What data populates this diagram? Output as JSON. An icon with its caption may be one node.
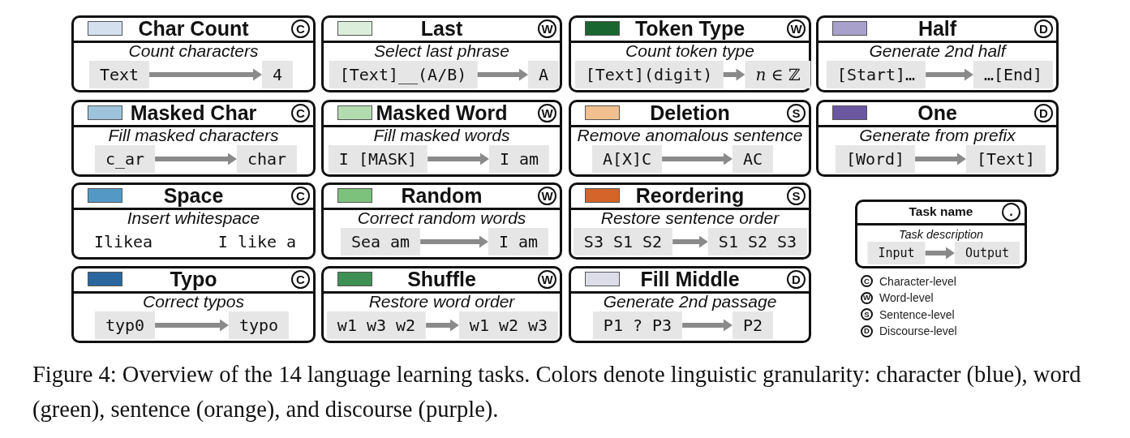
{
  "diagram": {
    "caption": "Figure 4: Overview of the 14 language learning tasks. Colors denote linguistic granularity: character (blue), word (green), sentence (orange), and discourse (purple).",
    "nodes": [
      {
        "text": [
          "Char Count",
          "Count characters"
        ]
      },
      {
        "text": [
          "C"
        ],
        "in": 0
      },
      {
        "text": [
          "Text"
        ],
        "in": 0
      },
      {
        "text": [
          "4"
        ],
        "in": 0
      },
      {
        "text": [
          "Last",
          "Select last phrase"
        ]
      },
      {
        "text": [
          "W"
        ],
        "in": 4
      },
      {
        "text": [
          "[Text]__(A/B)"
        ],
        "in": 4
      },
      {
        "text": [
          "A"
        ],
        "in": 4
      },
      {
        "text": [
          "Token Type",
          "Count token type"
        ]
      },
      {
        "text": [
          "W"
        ],
        "in": 8
      },
      {
        "text": [
          "[Text](digit)"
        ],
        "in": 8
      },
      {
        "text": [
          "*n* ∈ ℤ"
        ],
        "in": 8
      },
      {
        "text": [
          "Half",
          "Generate 2nd half"
        ]
      },
      {
        "text": [
          "D"
        ],
        "in": 12
      },
      {
        "text": [
          "[Start]…"
        ],
        "in": 12
      },
      {
        "text": [
          "…[End]"
        ],
        "in": 12
      },
      {
        "text": [
          "Masked Char",
          "Fill masked characters"
        ]
      },
      {
        "text": [
          "C"
        ],
        "in": 16
      },
      {
        "text": [
          "c_ar"
        ],
        "in": 16
      },
      {
        "text": [
          "char"
        ],
        "in": 16
      },
      {
        "text": [
          "Masked Word",
          "Fill masked words"
        ]
      },
      {
        "text": [
          "W"
        ],
        "in": 20
      },
      {
        "text": [
          "I [MASK]"
        ],
        "in": 20
      },
      {
        "text": [
          "I am"
        ],
        "in": 20
      },
      {
        "text": [
          "Deletion",
          "Remove anomalous sentence"
        ]
      },
      {
        "text": [
          "S"
        ],
        "in": 24
      },
      {
        "text": [
          "A[X]C"
        ],
        "in": 24
      },
      {
        "text": [
          "AC"
        ],
        "in": 24
      },
      {
        "text": [
          "One",
          "Generate from prefix"
        ]
      },
      {
        "text": [
          "D"
        ],
        "in": 28
      },
      {
        "text": [
          "[Word]"
        ],
        "in": 28
      },
      {
        "text": [
          "[Text]"
        ],
        "in": 28
      },
      {
        "text": [
          "Space",
          "Insert whitespace",
          "Ilikea",
          "I like a"
        ]
      },
      {
        "text": [
          "C"
        ],
        "in": 32
      },
      {
        "text": [
          "Random",
          "Correct random words"
        ]
      },
      {
        "text": [
          "W"
        ],
        "in": 34
      },
      {
        "text": [
          "Sea am"
        ],
        "in": 34
      },
      {
        "text": [
          "I am"
        ],
        "in": 34
      },
      {
        "text": [
          "Reordering",
          "Restore sentence order"
        ]
      },
      {
        "text": [
          "S"
        ],
        "in": 38
      },
      {
        "text": [
          "S3 S1 S2"
        ],
        "in": 38
      },
      {
        "text": [
          "S1 S2 S3"
        ],
        "in": 38
      },
      {
        "text": [
          "Task name",
          "Task description"
        ]
      },
      {
        "text": [
          "."
        ],
        "in": 42
      },
      {
        "text": [
          "Input"
        ],
        "in": 42
      },
      {
        "text": [
          "Output"
        ],
        "in": 42
      },
      {
        "text": [
          "Typo",
          "Correct typos"
        ]
      },
      {
        "text": [
          "C"
        ],
        "in": 46
      },
      {
        "text": [
          "typ0"
        ],
        "in": 46
      },
      {
        "text": [
          "typo"
        ],
        "in": 46
      },
      {
        "text": [
          "Shuffle",
          "Restore word order"
        ]
      },
      {
        "text": [
          "W"
        ],
        "in": 50
      },
      {
        "text": [
          "w1 w3 w2"
        ],
        "in": 50
      },
      {
        "text": [
          "w1 w2 w3"
        ],
        "in": 50
      },
      {
        "text": [
          "Fill Middle",
          "Generate 2nd passage"
        ]
      },
      {
        "text": [
          "D"
        ],
        "in": 54
      },
      {
        "text": [
          "P1 ? P3"
        ],
        "in": 54
      },
      {
        "text": [
          "P2"
        ],
        "in": 54
      }
    ],
    "edges": [
      {
        "from": 2,
        "to": 3,
        "arrow": "to"
      },
      {
        "from": 6,
        "to": 7,
        "arrow": "to"
      },
      {
        "from": 10,
        "to": 11,
        "arrow": "to"
      },
      {
        "from": 14,
        "to": 15,
        "arrow": "to"
      },
      {
        "from": 18,
        "to": 19,
        "arrow": "to"
      },
      {
        "from": 22,
        "to": 23,
        "arrow": "to"
      },
      {
        "from": 26,
        "to": 27,
        "arrow": "to"
      },
      {
        "from": 30,
        "to": 31,
        "arrow": "to"
      },
      {
        "from": 36,
        "to": 37,
        "arrow": "to"
      },
      {
        "from": 40,
        "to": 41,
        "arrow": "to"
      },
      {
        "from": 44,
        "to": 45,
        "arrow": "to"
      },
      {
        "from": 48,
        "to": 49,
        "arrow": "to"
      },
      {
        "from": 52,
        "to": 53,
        "arrow": "to"
      },
      {
        "from": 56,
        "to": 57,
        "arrow": "to"
      }
    ],
    "labels": [
      "C",
      "W",
      "S",
      "D"
    ],
    "legend": [
      {
        "text": "Character-level"
      },
      {
        "text": "Word-level"
      },
      {
        "text": "Sentence-level"
      },
      {
        "text": "Discourse-level"
      }
    ]
  }
}
